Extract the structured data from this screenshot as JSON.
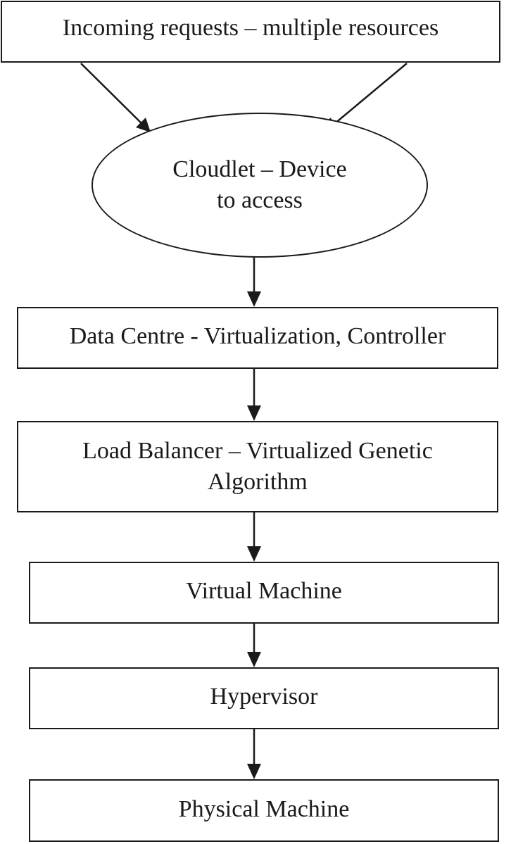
{
  "nodes": {
    "requests": {
      "label": "Incoming requests – multiple resources"
    },
    "cloudlet": {
      "label": "Cloudlet – Device\nto access"
    },
    "datacentre": {
      "label": "Data Centre - Virtualization, Controller"
    },
    "loadbalancer": {
      "label": "Load Balancer – Virtualized Genetic\nAlgorithm"
    },
    "vm": {
      "label": "Virtual Machine"
    },
    "hypervisor": {
      "label": "Hypervisor"
    },
    "physical": {
      "label": "Physical Machine"
    }
  },
  "edges": [
    {
      "from": "requests",
      "to": "cloudlet"
    },
    {
      "from": "requests",
      "to": "cloudlet"
    },
    {
      "from": "cloudlet",
      "to": "datacentre"
    },
    {
      "from": "datacentre",
      "to": "loadbalancer"
    },
    {
      "from": "loadbalancer",
      "to": "vm"
    },
    {
      "from": "vm",
      "to": "hypervisor"
    },
    {
      "from": "hypervisor",
      "to": "physical"
    }
  ]
}
